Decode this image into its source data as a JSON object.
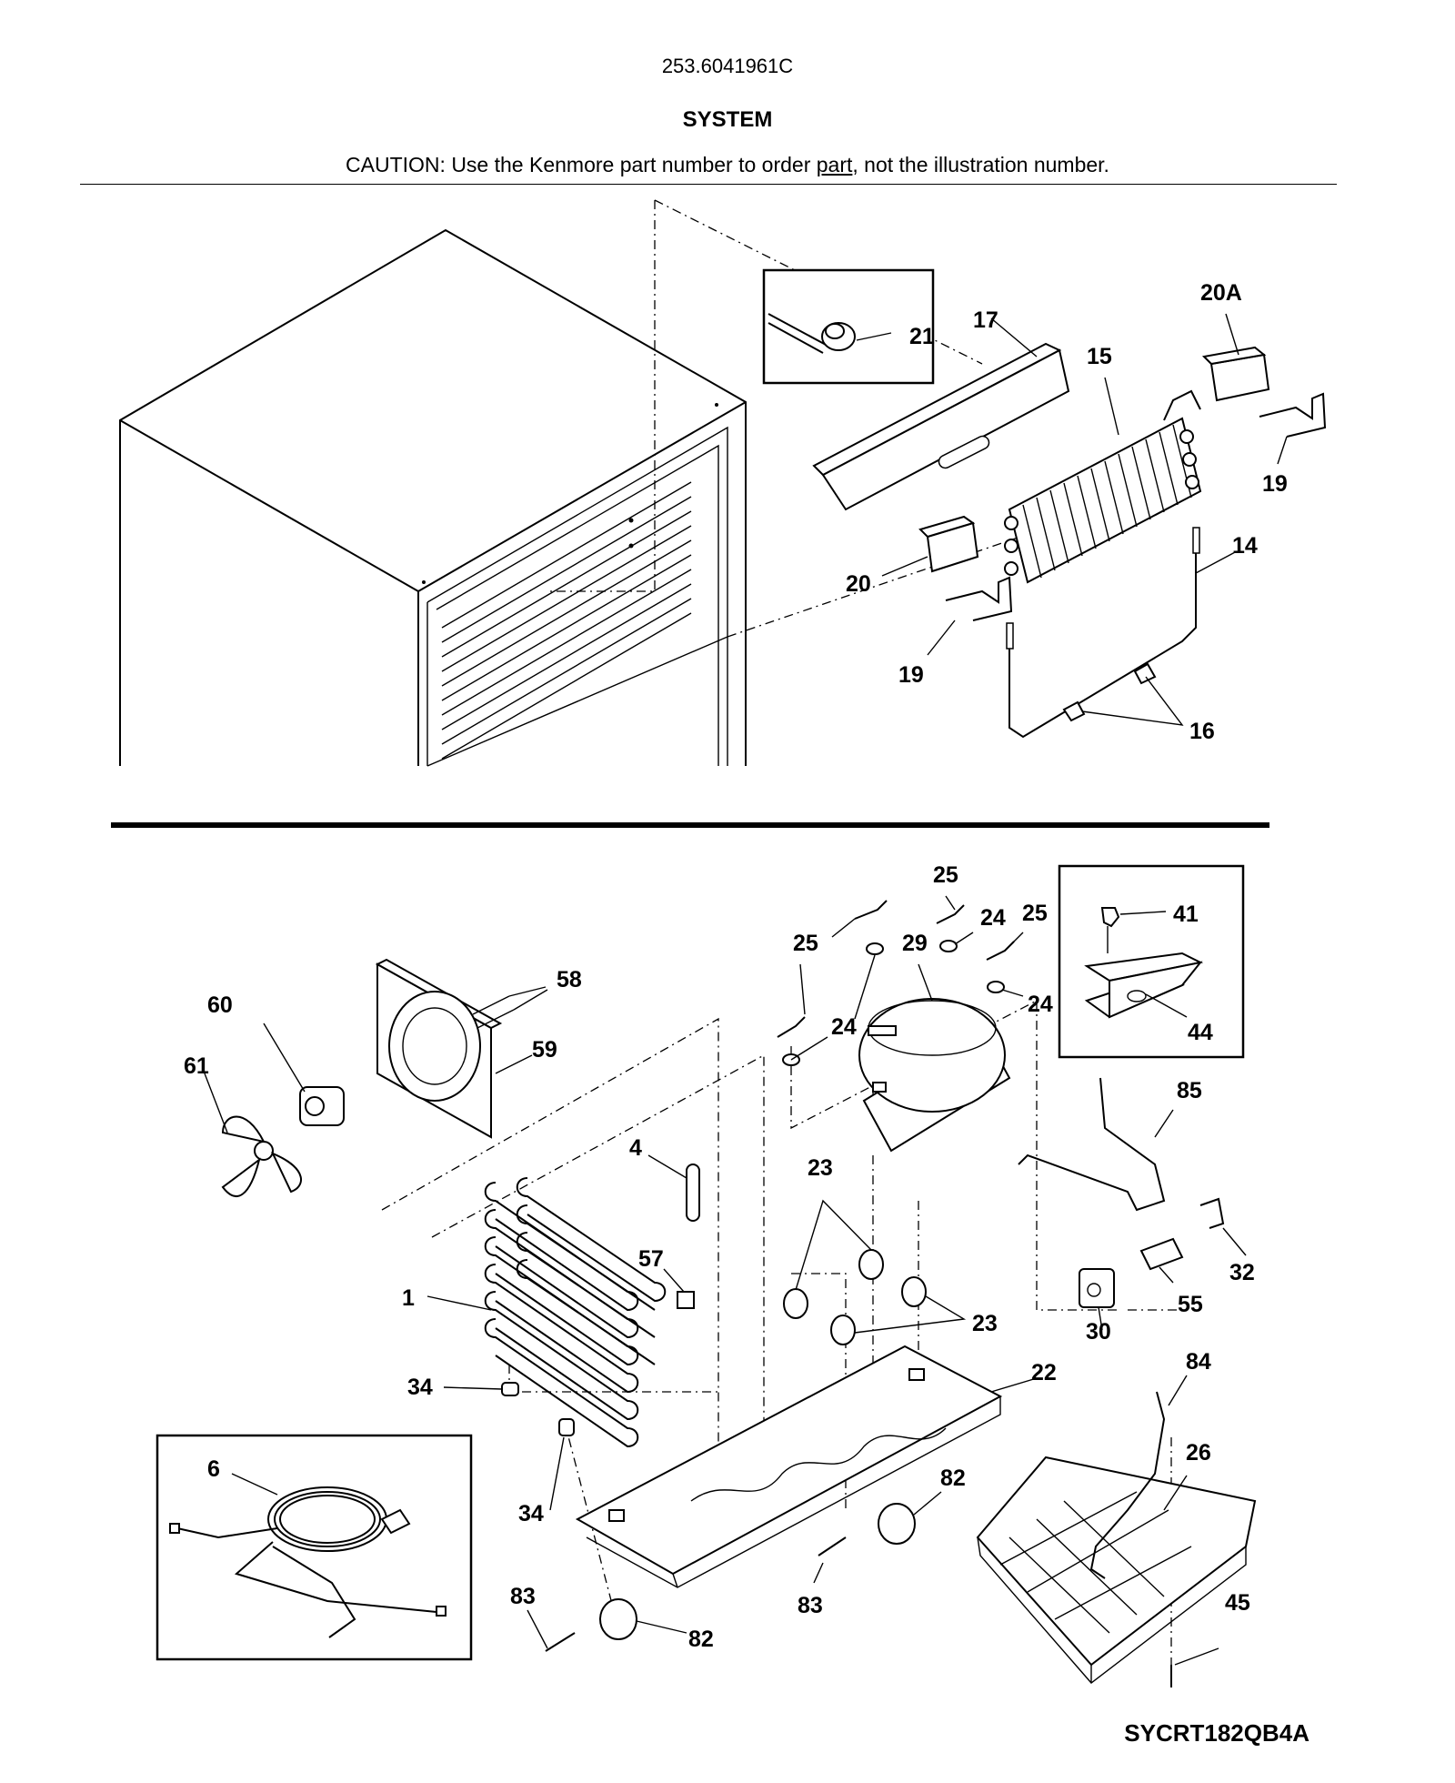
{
  "header": {
    "model_number": "253.6041961C",
    "section_title": "SYSTEM",
    "caution_prefix": "CAUTION: Use the Kenmore part number to order ",
    "caution_part": "part",
    "caution_suffix": ", not the illustration number."
  },
  "footer": {
    "diagram_code": "SYCRT182QB4A"
  },
  "callouts": {
    "c1": "1",
    "c4": "4",
    "c6": "6",
    "c14": "14",
    "c15": "15",
    "c16": "16",
    "c17": "17",
    "c19a": "19",
    "c19b": "19",
    "c20": "20",
    "c20a": "20A",
    "c21": "21",
    "c22": "22",
    "c23a": "23",
    "c23b": "23",
    "c24a": "24",
    "c24b": "24",
    "c24c": "24",
    "c25a": "25",
    "c25b": "25",
    "c25c": "25",
    "c26": "26",
    "c29": "29",
    "c30": "30",
    "c32": "32",
    "c34a": "34",
    "c34b": "34",
    "c41": "41",
    "c44": "44",
    "c45": "45",
    "c55": "55",
    "c57": "57",
    "c58": "58",
    "c59": "59",
    "c60": "60",
    "c61": "61",
    "c82a": "82",
    "c82b": "82",
    "c83a": "83",
    "c83b": "83",
    "c84": "84",
    "c85": "85"
  }
}
